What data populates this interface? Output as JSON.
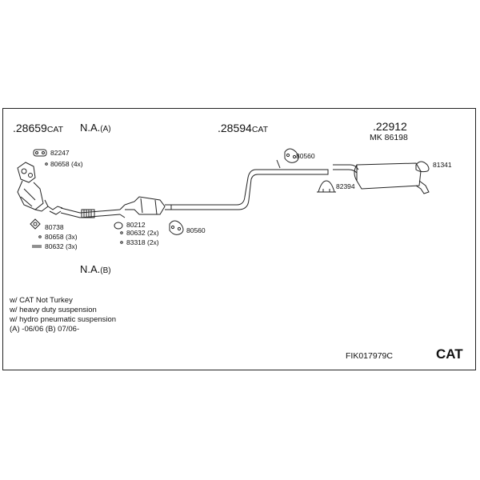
{
  "parts": {
    "front_pipe": {
      "number": ".28659",
      "suffix": "CAT"
    },
    "middle_pipe": {
      "number": ".28594",
      "suffix": "CAT"
    },
    "rear_silencer": {
      "number": ".22912",
      "alt": "MK 86198"
    }
  },
  "variants": {
    "a": {
      "label": "N.A.",
      "suffix": "(A)"
    },
    "b": {
      "label": "N.A.",
      "suffix": "(B)"
    }
  },
  "fittings": {
    "f82247": "82247",
    "f80658_4x": "80658 (4x)",
    "f80738": "80738",
    "f80658_3x": "80658 (3x)",
    "f80632_3x": "80632 (3x)",
    "f80212": "80212",
    "f80632_2x": "80632 (2x)",
    "f83318_2x": "83318 (2x)",
    "f80560_lower": "80560",
    "f80560_upper": "80560",
    "f82394": "82394",
    "f81341": "81341"
  },
  "notes": [
    "w/ CAT   Not Turkey",
    "w/ heavy duty suspension",
    "w/ hydro pneumatic suspension",
    "(A) -06/06 (B) 07/06-"
  ],
  "footer": {
    "code": "FIK017979C",
    "cat": "CAT"
  },
  "colors": {
    "line": "#222222",
    "border": "#222222"
  }
}
